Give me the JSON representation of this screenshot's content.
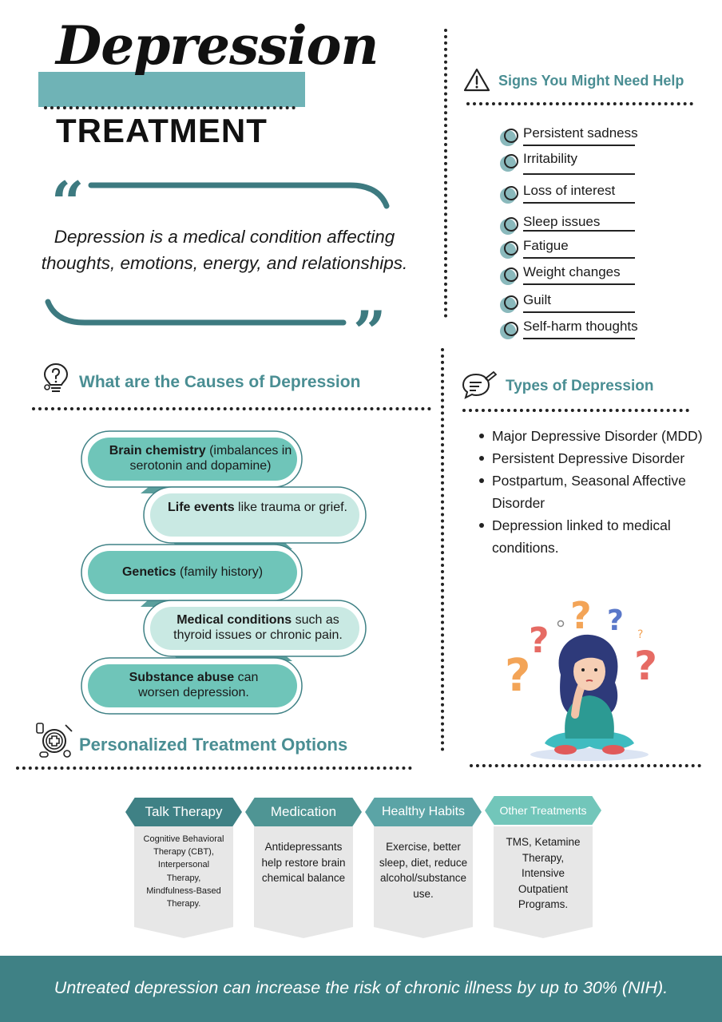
{
  "colors": {
    "teal_dark": "#3f8185",
    "teal_mid": "#6fc5b9",
    "teal_light": "#c9e9e3",
    "heading": "#4a8e93",
    "card_grey": "#e7e7e7"
  },
  "header": {
    "title_script": "Depression",
    "title_sub": "TREATMENT",
    "quote_open": "“",
    "quote_close": "”",
    "quote_text": "Depression is a medical condition affecting thoughts, emotions, energy, and relationships."
  },
  "signs": {
    "icon": "warning-icon",
    "title": "Signs You Might Need Help",
    "items": [
      "Persistent sadness",
      "Irritability",
      "Loss of interest",
      "Sleep issues",
      "Fatigue",
      "Weight changes",
      "Guilt",
      "Self-harm thoughts"
    ]
  },
  "causes": {
    "icon": "lightbulb-question-icon",
    "title": "What are the Causes of Depression",
    "items": [
      {
        "bold": "Brain chemistry",
        "rest": " (imbalances in serotonin and dopamine)"
      },
      {
        "bold": "Life events",
        "rest": " like trauma or grief."
      },
      {
        "bold": "Genetics",
        "rest": " (family history)"
      },
      {
        "bold": "Medical conditions",
        "rest": " such as thyroid issues or chronic pain."
      },
      {
        "bold": "Substance abuse",
        "rest": " can worsen depression."
      }
    ]
  },
  "types": {
    "icon": "chat-pencil-icon",
    "title": "Types of Depression",
    "items": [
      "Major Depressive Disorder (MDD)",
      "Persistent Depressive Disorder",
      "Postpartum, Seasonal Affective Disorder",
      "Depression linked to medical conditions."
    ]
  },
  "treatments": {
    "icon": "medical-care-icon",
    "title": "Personalized Treatment Options",
    "options": [
      {
        "label": "Talk Therapy",
        "text": "Cognitive Behavioral Therapy (CBT), Interpersonal Therapy, Mindfulness-Based Therapy.",
        "color": "#3f8185"
      },
      {
        "label": "Medication",
        "text": "Antidepressants help restore brain chemical balance",
        "color": "#4f9594"
      },
      {
        "label": "Healthy Habits",
        "text": "Exercise, better sleep, diet, reduce alcohol/substance use.",
        "color": "#5ba4a6"
      },
      {
        "label": "Other Treatments",
        "text": "TMS, Ketamine Therapy, Intensive Outpatient Programs.",
        "color": "#72c6ba"
      }
    ]
  },
  "footer": {
    "text": "Untreated depression can increase the risk of chronic illness by up to 30% (NIH)."
  }
}
